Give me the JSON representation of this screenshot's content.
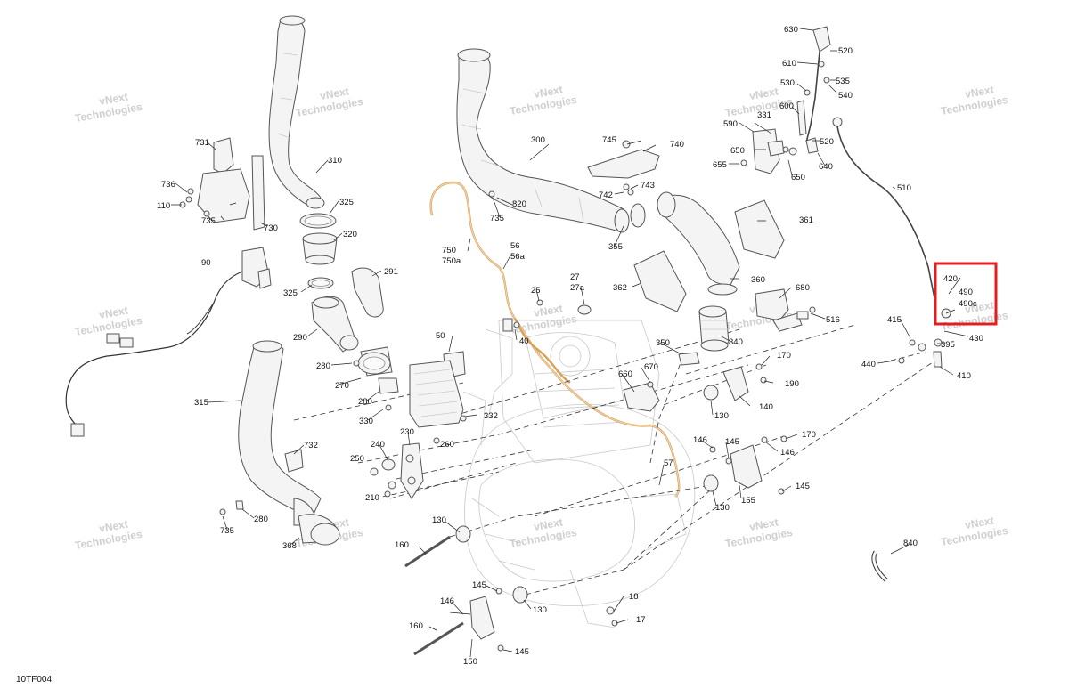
{
  "figure": {
    "id": "10TF004"
  },
  "highlight": {
    "color": "#e02020"
  },
  "watermark": {
    "line1": "vNext",
    "line2": "Technologies"
  },
  "callouts": [
    "630",
    "520",
    "610",
    "535",
    "530",
    "540",
    "600",
    "590",
    "331",
    "520",
    "650",
    "655",
    "650",
    "640",
    "510",
    "745",
    "740",
    "742",
    "743",
    "735",
    "820",
    "300",
    "355",
    "361",
    "360",
    "362",
    "420",
    "490",
    "490c",
    "415",
    "395",
    "430",
    "440",
    "410",
    "680",
    "516",
    "27",
    "27a",
    "25",
    "40",
    "350",
    "340",
    "170",
    "190",
    "660",
    "670",
    "140",
    "130",
    "146",
    "145",
    "170",
    "146",
    "155",
    "145",
    "130",
    "57",
    "18",
    "17",
    "145",
    "146",
    "130",
    "150",
    "145",
    "160",
    "130",
    "160",
    "50",
    "332",
    "240",
    "230",
    "260",
    "250",
    "210",
    "731",
    "736",
    "110",
    "735",
    "730",
    "310",
    "325",
    "320",
    "90",
    "291",
    "325",
    "290",
    "280",
    "270",
    "280",
    "330",
    "315",
    "732",
    "735",
    "280",
    "368",
    "750",
    "750a",
    "56",
    "56a",
    "840"
  ]
}
